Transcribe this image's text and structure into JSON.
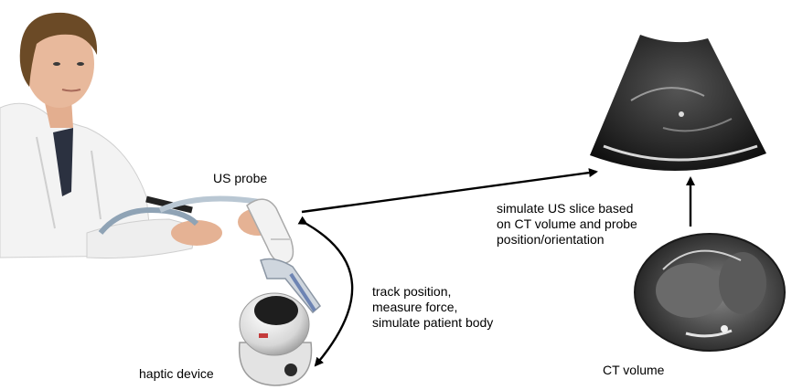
{
  "labels": {
    "us_probe": "US probe",
    "haptic_device": "haptic device",
    "track_lines": [
      "track position,",
      "measure force,",
      "simulate patient body"
    ],
    "simulate_lines": [
      "simulate US slice based",
      "on CT volume and probe",
      "position/orientation"
    ],
    "ct_volume": "CT volume"
  },
  "colors": {
    "arrow": "#000000",
    "coat": "#f4f4f4",
    "skin": "#e7b79a",
    "hair": "#6b4a26",
    "ultrasound_bg": "#151515",
    "ct_bg": "#2a2a2a"
  }
}
